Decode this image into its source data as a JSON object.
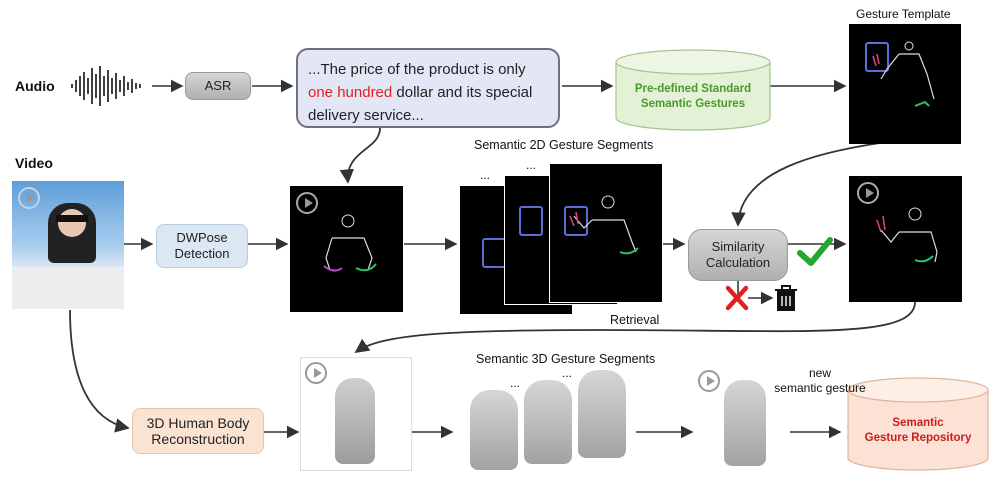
{
  "labels": {
    "audio": "Audio",
    "video": "Video",
    "gesture_template": "Gesture Template",
    "semantic_2d": "Semantic 2D Gesture Segments",
    "semantic_3d": "Semantic 3D Gesture Segments",
    "retrieval": "Retrieval",
    "new_semantic_line1": "new",
    "new_semantic_line2": "semantic gesture",
    "ellipsis": "..."
  },
  "boxes": {
    "asr": "ASR",
    "dwpose": "DWPose\nDetection",
    "similarity": "Similarity\nCalculation",
    "reconstruction": "3D Human Body\nReconstruction"
  },
  "databases": {
    "predefined_line1": "Pre-defined Standard",
    "predefined_line2": "Semantic Gestures",
    "repository_line1": "Semantic",
    "repository_line2": "Gesture Repository"
  },
  "transcript": {
    "part1": "...The price of the product is only",
    "highlight": "one hundred",
    "part2": " dollar and its special",
    "part3": "delivery service..."
  },
  "colors": {
    "accent_red": "#e02020",
    "check_green": "#22a830",
    "cross_red": "#e02020",
    "predefined_text": "#4a9a2a",
    "repository_text": "#c81e1e"
  },
  "icons": [
    "sound-wave-icon",
    "play-icon",
    "check-icon",
    "cross-icon",
    "trash-icon"
  ]
}
